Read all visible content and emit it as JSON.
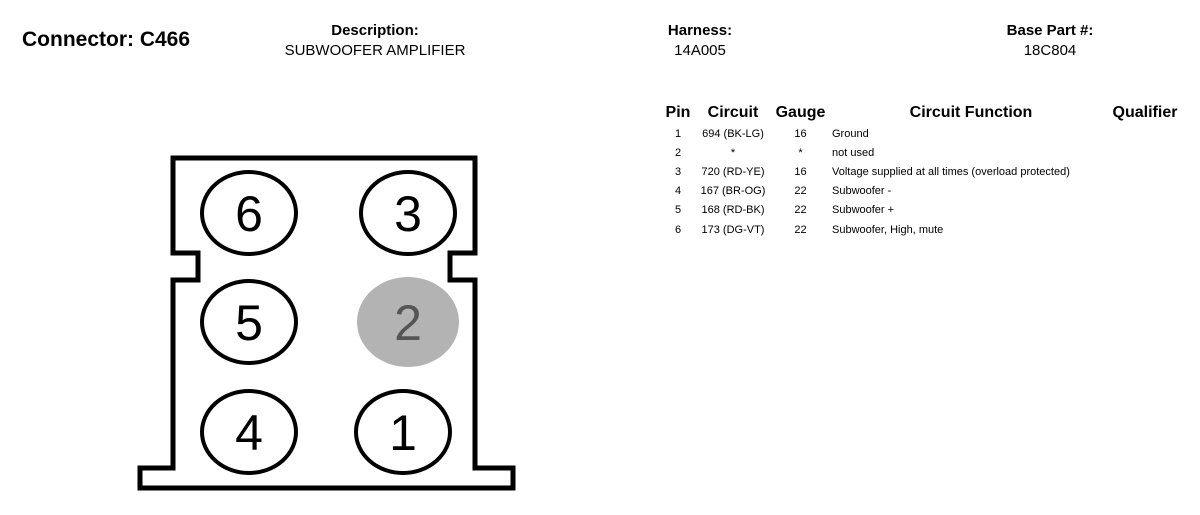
{
  "header": {
    "connector_title": "Connector: C466",
    "description_label": "Description:",
    "description_value": "SUBWOOFER AMPLIFIER",
    "harness_label": "Harness:",
    "harness_value": "14A005",
    "base_part_label": "Base Part #:",
    "base_part_value": "18C804"
  },
  "connector": {
    "outline_color": "#000000",
    "unused_pin_fill": "#b3b3b3",
    "unused_pin_text_color": "#555555",
    "pins": [
      {
        "label": "6",
        "used": true
      },
      {
        "label": "3",
        "used": true
      },
      {
        "label": "5",
        "used": true
      },
      {
        "label": "2",
        "used": false
      },
      {
        "label": "4",
        "used": true
      },
      {
        "label": "1",
        "used": true
      }
    ]
  },
  "table": {
    "headers": {
      "pin": "Pin",
      "circuit": "Circuit",
      "gauge": "Gauge",
      "function": "Circuit Function",
      "qualifier": "Qualifier"
    },
    "rows": [
      {
        "pin": "1",
        "circuit": "694 (BK-LG)",
        "gauge": "16",
        "function": "Ground",
        "qualifier": ""
      },
      {
        "pin": "2",
        "circuit": "*",
        "gauge": "*",
        "function": "not used",
        "qualifier": ""
      },
      {
        "pin": "3",
        "circuit": "720 (RD-YE)",
        "gauge": "16",
        "function": "Voltage supplied at all times (overload protected)",
        "qualifier": ""
      },
      {
        "pin": "4",
        "circuit": "167 (BR-OG)",
        "gauge": "22",
        "function": "Subwoofer -",
        "qualifier": ""
      },
      {
        "pin": "5",
        "circuit": "168 (RD-BK)",
        "gauge": "22",
        "function": "Subwoofer +",
        "qualifier": ""
      },
      {
        "pin": "6",
        "circuit": "173 (DG-VT)",
        "gauge": "22",
        "function": "Subwoofer, High, mute",
        "qualifier": ""
      }
    ]
  }
}
